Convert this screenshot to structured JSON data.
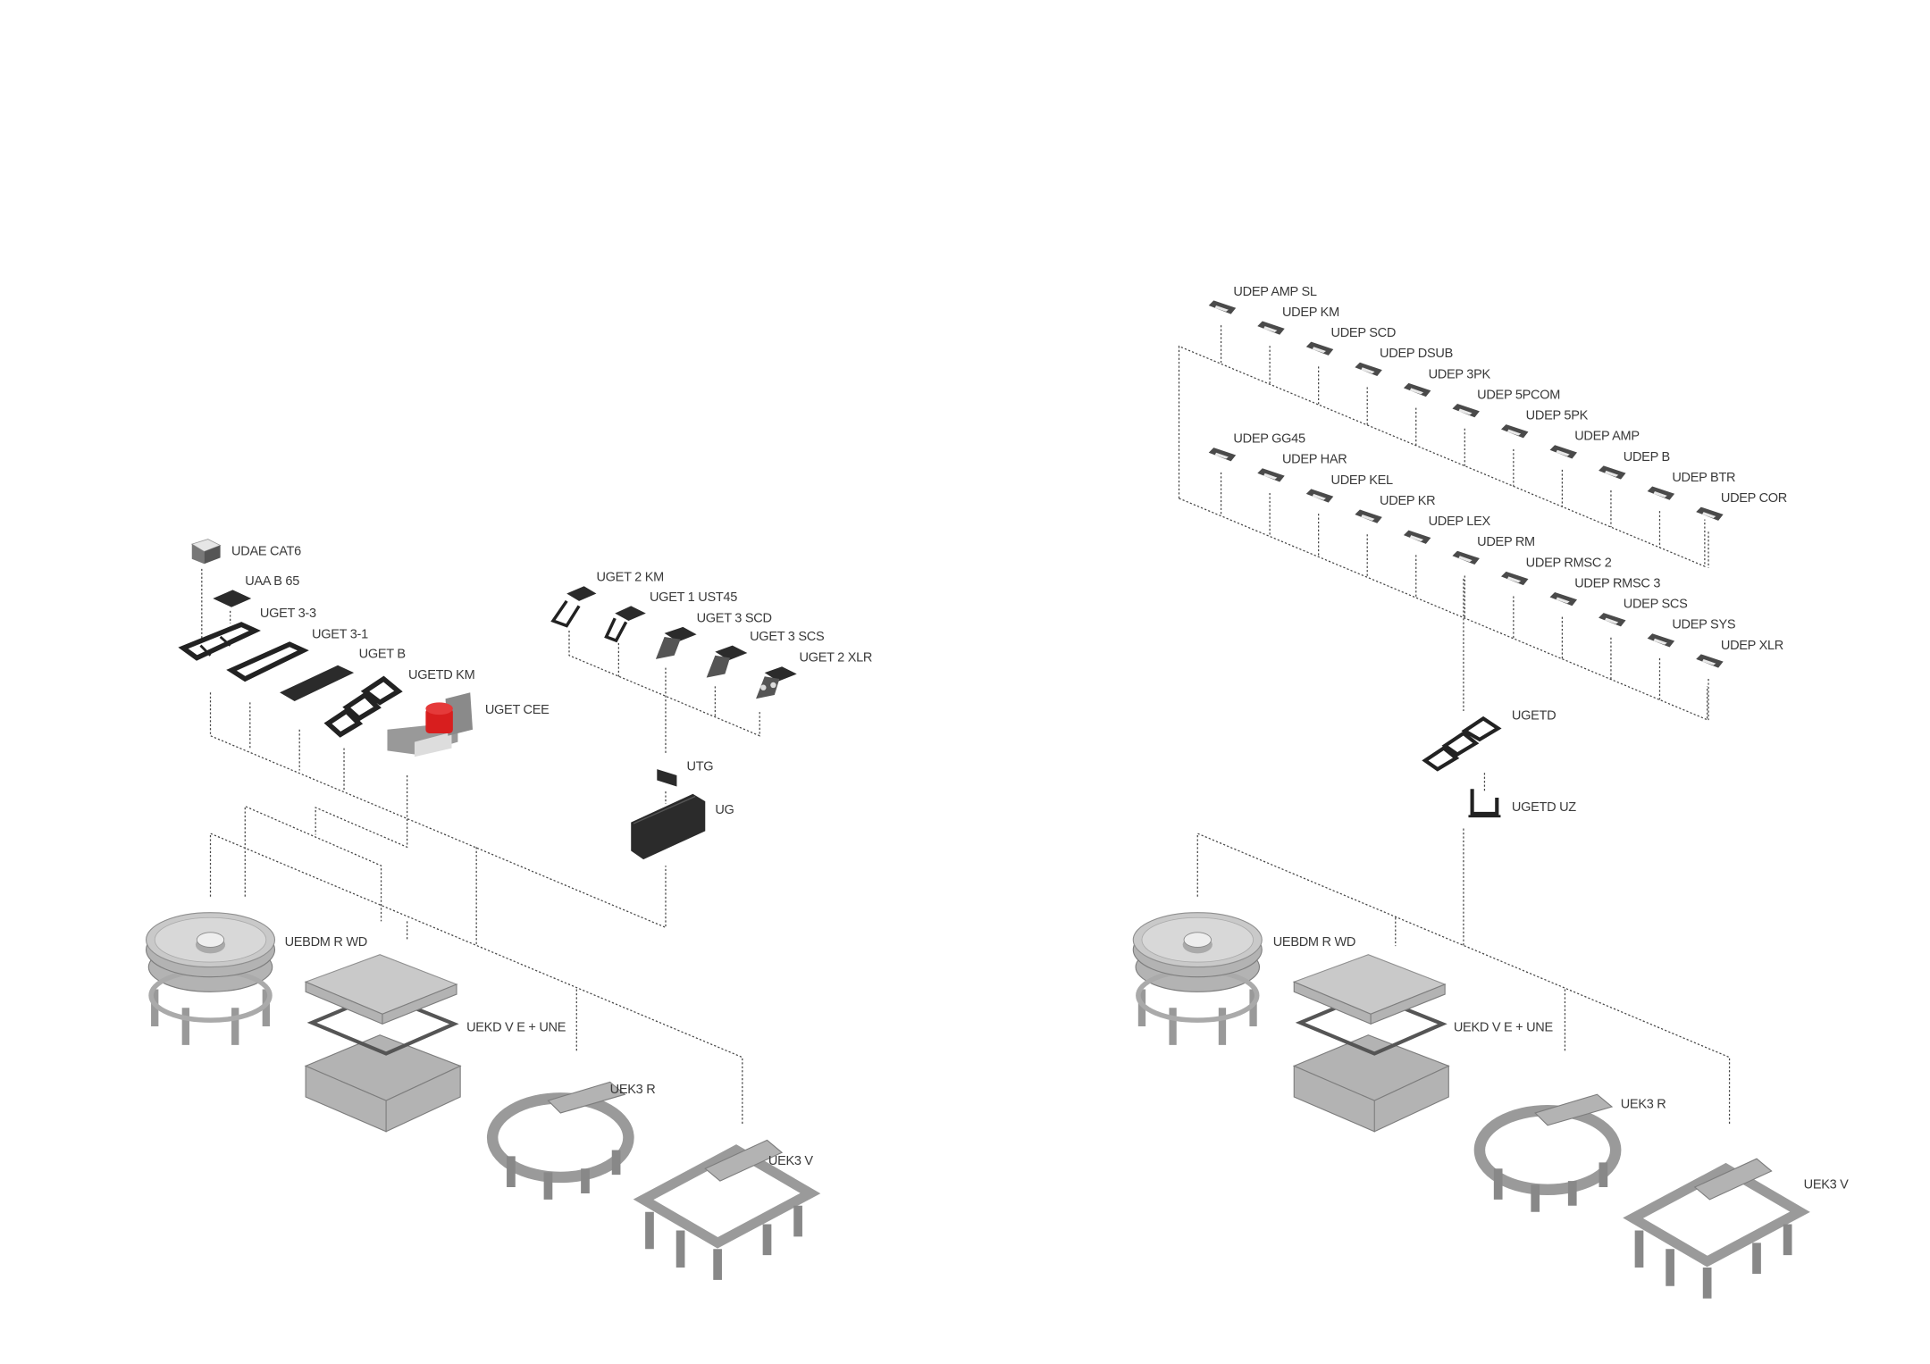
{
  "left": {
    "inserts": {
      "udae_cat6": "UDAE CAT6",
      "uaa_b65": "UAA B 65",
      "uget_3_3": "UGET 3-3",
      "uget_3_1": "UGET 3-1",
      "uget_b": "UGET B",
      "ugetd_km": "UGETD KM",
      "uget_cee": "UGET CEE"
    },
    "flaps": {
      "uget_2_km": "UGET 2 KM",
      "uget_1_ust45": "UGET 1 UST45",
      "uget_3_scd": "UGET 3 SCD",
      "uget_3_scs": "UGET 3 SCS",
      "uget_2_xlr": "UGET 2 XLR"
    },
    "utg": "UTG",
    "ug": "UG",
    "boxes": {
      "uebdm": "UEBDM R WD",
      "uekd": "UEKD V E + UNE",
      "uek3r": "UEK3 R",
      "uek3v": "UEK3 V"
    }
  },
  "right": {
    "udep_row1": [
      "UDEP AMP SL",
      "UDEP KM",
      "UDEP SCD",
      "UDEP DSUB",
      "UDEP 3PK",
      "UDEP 5PCOM",
      "UDEP 5PK",
      "UDEP AMP",
      "UDEP B",
      "UDEP BTR",
      "UDEP COR"
    ],
    "udep_row2": [
      "UDEP GG45",
      "UDEP HAR",
      "UDEP KEL",
      "UDEP KR",
      "UDEP LEX",
      "UDEP RM",
      "UDEP RMSC 2",
      "UDEP RMSC 3",
      "UDEP SCS",
      "UDEP SYS",
      "UDEP XLR"
    ],
    "ugetd": "UGETD",
    "ugetd_uz": "UGETD UZ",
    "boxes": {
      "uebdm": "UEBDM R WD",
      "uekd": "UEKD V E + UNE",
      "uek3r": "UEK3 R",
      "uek3v": "UEK3 V"
    }
  },
  "colors": {
    "cee_red": "#d81e1e",
    "plate": "#4a4a4a",
    "metal": "#c9c9c9"
  }
}
